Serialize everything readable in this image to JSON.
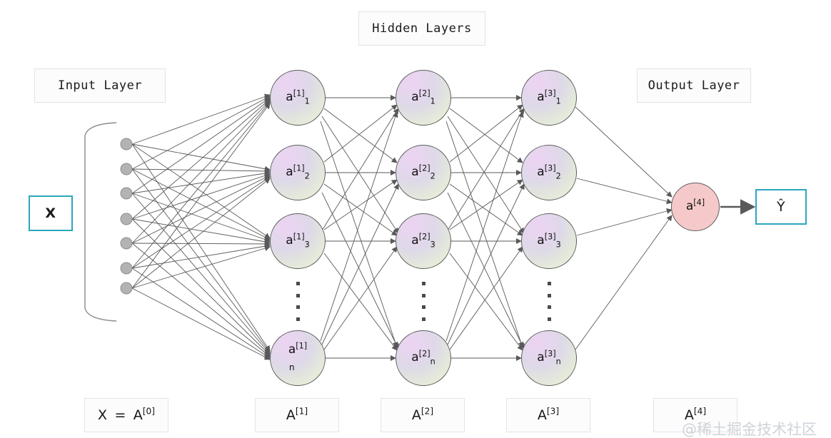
{
  "diagram": {
    "title_labels": {
      "hidden": "Hidden Layers",
      "input": "Input Layer",
      "output": "Output Layer"
    },
    "input_vector_label": "X",
    "output_vector_label": "Ŷ",
    "bottom_labels": [
      {
        "name": "X = A[0]",
        "base": "X = A",
        "sup": "[0]"
      },
      {
        "name": "A[1]",
        "base": "A",
        "sup": "[1]"
      },
      {
        "name": "A[2]",
        "base": "A",
        "sup": "[2]"
      },
      {
        "name": "A[3]",
        "base": "A",
        "sup": "[3]"
      },
      {
        "name": "A[4]",
        "base": "A",
        "sup": "[4]"
      }
    ],
    "input_nodes_count": 7,
    "layers": [
      {
        "id": "hidden-1",
        "neurons": [
          {
            "base": "a",
            "sup": "[1]",
            "sub": "1",
            "stacked": false
          },
          {
            "base": "a",
            "sup": "[1]",
            "sub": "2",
            "stacked": false
          },
          {
            "base": "a",
            "sup": "[1]",
            "sub": "3",
            "stacked": false
          },
          {
            "base": "a",
            "sup": "[1]",
            "sub": "n",
            "stacked": true
          }
        ]
      },
      {
        "id": "hidden-2",
        "neurons": [
          {
            "base": "a",
            "sup": "[2]",
            "sub": "1",
            "stacked": false
          },
          {
            "base": "a",
            "sup": "[2]",
            "sub": "2",
            "stacked": false
          },
          {
            "base": "a",
            "sup": "[2]",
            "sub": "3",
            "stacked": false
          },
          {
            "base": "a",
            "sup": "[2]",
            "sub": "n",
            "stacked": false
          }
        ]
      },
      {
        "id": "hidden-3",
        "neurons": [
          {
            "base": "a",
            "sup": "[3]",
            "sub": "1",
            "stacked": false
          },
          {
            "base": "a",
            "sup": "[3]",
            "sub": "2",
            "stacked": false
          },
          {
            "base": "a",
            "sup": "[3]",
            "sub": "3",
            "stacked": false
          },
          {
            "base": "a",
            "sup": "[3]",
            "sub": "n",
            "stacked": false
          }
        ]
      }
    ],
    "output_neuron": {
      "base": "a",
      "sup": "[4]",
      "sub": "",
      "stacked": false
    },
    "colors": {
      "neuron_gradient_start": "#ecd4f2",
      "neuron_gradient_end": "#edf2dd",
      "output_neuron_fill": "#f5c9ca",
      "neuron_stroke": "#5d5d5d",
      "edge_stroke": "#595959",
      "input_dot_fill": "#b3b3b3",
      "box_border": "#dfe3e8",
      "accent_teal": "#2aa7bf",
      "background": "#ffffff",
      "watermark": "#cfd3d8"
    },
    "watermark_text": "@稀土掘金技术社区"
  }
}
